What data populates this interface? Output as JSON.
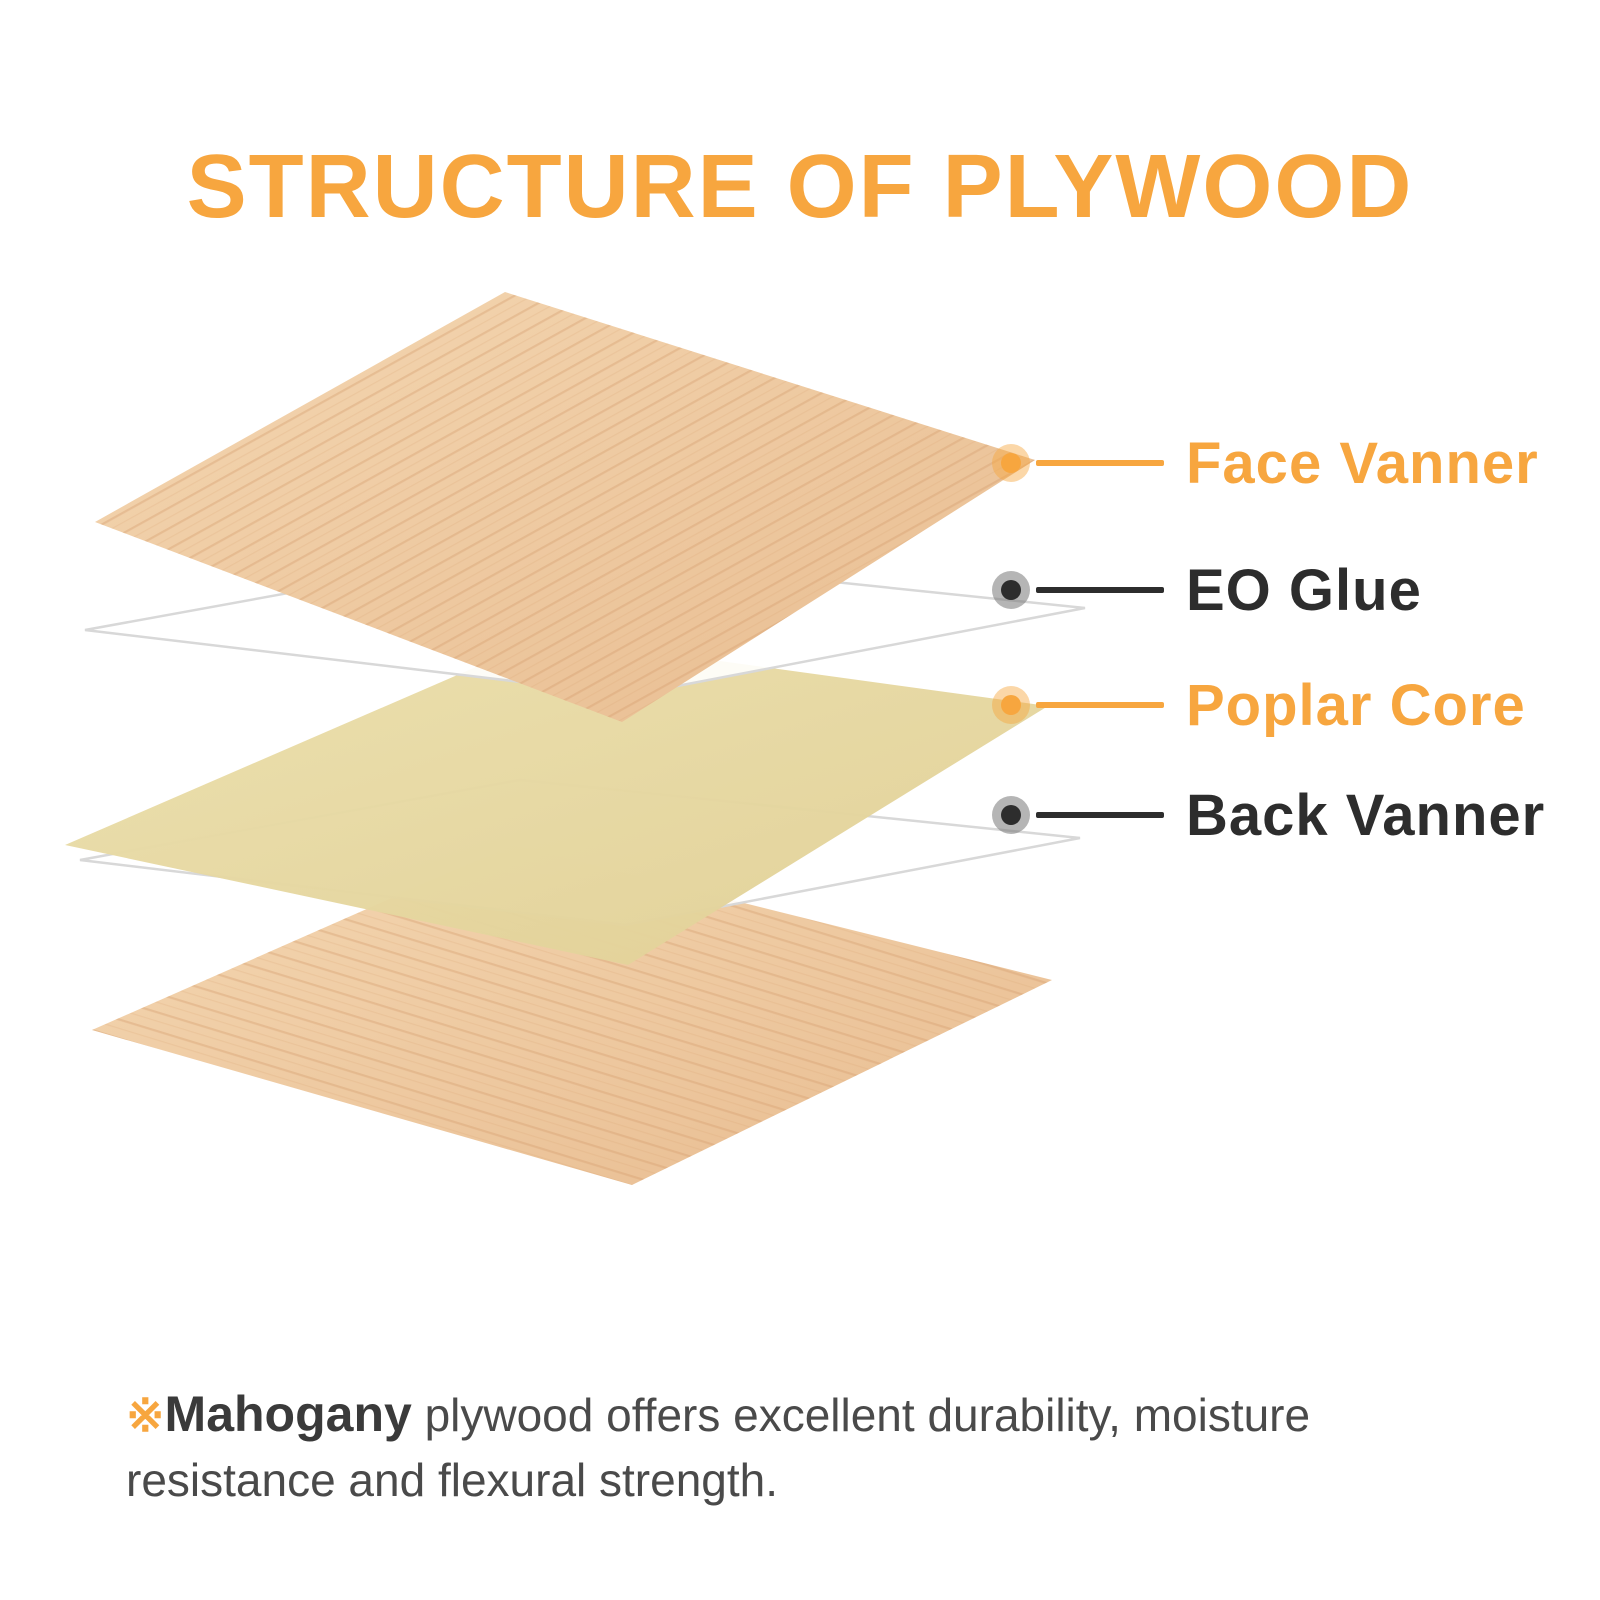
{
  "title": "STRUCTURE OF PLYWOOD",
  "colors": {
    "accent": "#F7A63F",
    "dark": "#2D2D2D",
    "wood_light": "#F4D7B2",
    "wood_dark": "#E8BC90",
    "wood_grain": "#D69E6F",
    "core_light": "#EBDFAC",
    "core_dark": "#E1D096",
    "glue": "#FFFFFF",
    "glue_stroke": "#D8D8D8",
    "note_text": "#4A4A4A"
  },
  "diagram": {
    "layers": [
      {
        "name": "face-vanner-layer",
        "material": "wood veneer"
      },
      {
        "name": "eo-glue-sheet-upper",
        "material": "glue"
      },
      {
        "name": "poplar-core-layer",
        "material": "poplar core"
      },
      {
        "name": "eo-glue-sheet-lower",
        "material": "glue"
      },
      {
        "name": "back-vanner-layer",
        "material": "wood veneer"
      }
    ],
    "callouts": [
      {
        "label": "Face Vanner",
        "color": "orange"
      },
      {
        "label": "EO Glue",
        "color": "dark"
      },
      {
        "label": "Poplar Core",
        "color": "orange"
      },
      {
        "label": "Back Vanner",
        "color": "dark"
      }
    ]
  },
  "note": {
    "symbol": "※",
    "highlight": "Mahogany",
    "rest": " plywood offers excellent durability, moisture resistance and flexural strength."
  }
}
